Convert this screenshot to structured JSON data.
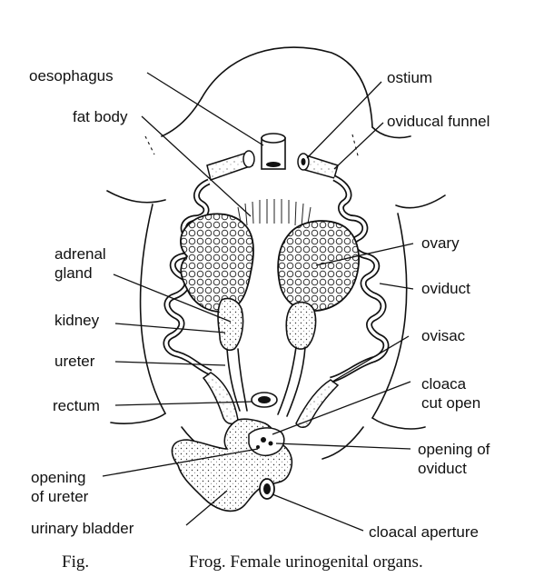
{
  "labels": {
    "oesophagus": "oesophagus",
    "ostium": "ostium",
    "fat_body": "fat body",
    "oviducal_funnel": "oviducal funnel",
    "adrenal_gland_1": "adrenal",
    "adrenal_gland_2": "gland",
    "ovary": "ovary",
    "oviduct": "oviduct",
    "kidney": "kidney",
    "ovisac": "ovisac",
    "ureter": "ureter",
    "cloaca_1": "cloaca",
    "cloaca_2": "cut open",
    "rectum": "rectum",
    "opening_of_oviduct_1": "opening of",
    "opening_of_oviduct_2": "oviduct",
    "opening_of_ureter_1": "opening",
    "opening_of_ureter_2": "of ureter",
    "urinary_bladder": "urinary bladder",
    "cloacal_aperture": "cloacal aperture"
  },
  "caption": {
    "fig": "Fig.",
    "title": "Frog. Female urinogenital organs."
  }
}
